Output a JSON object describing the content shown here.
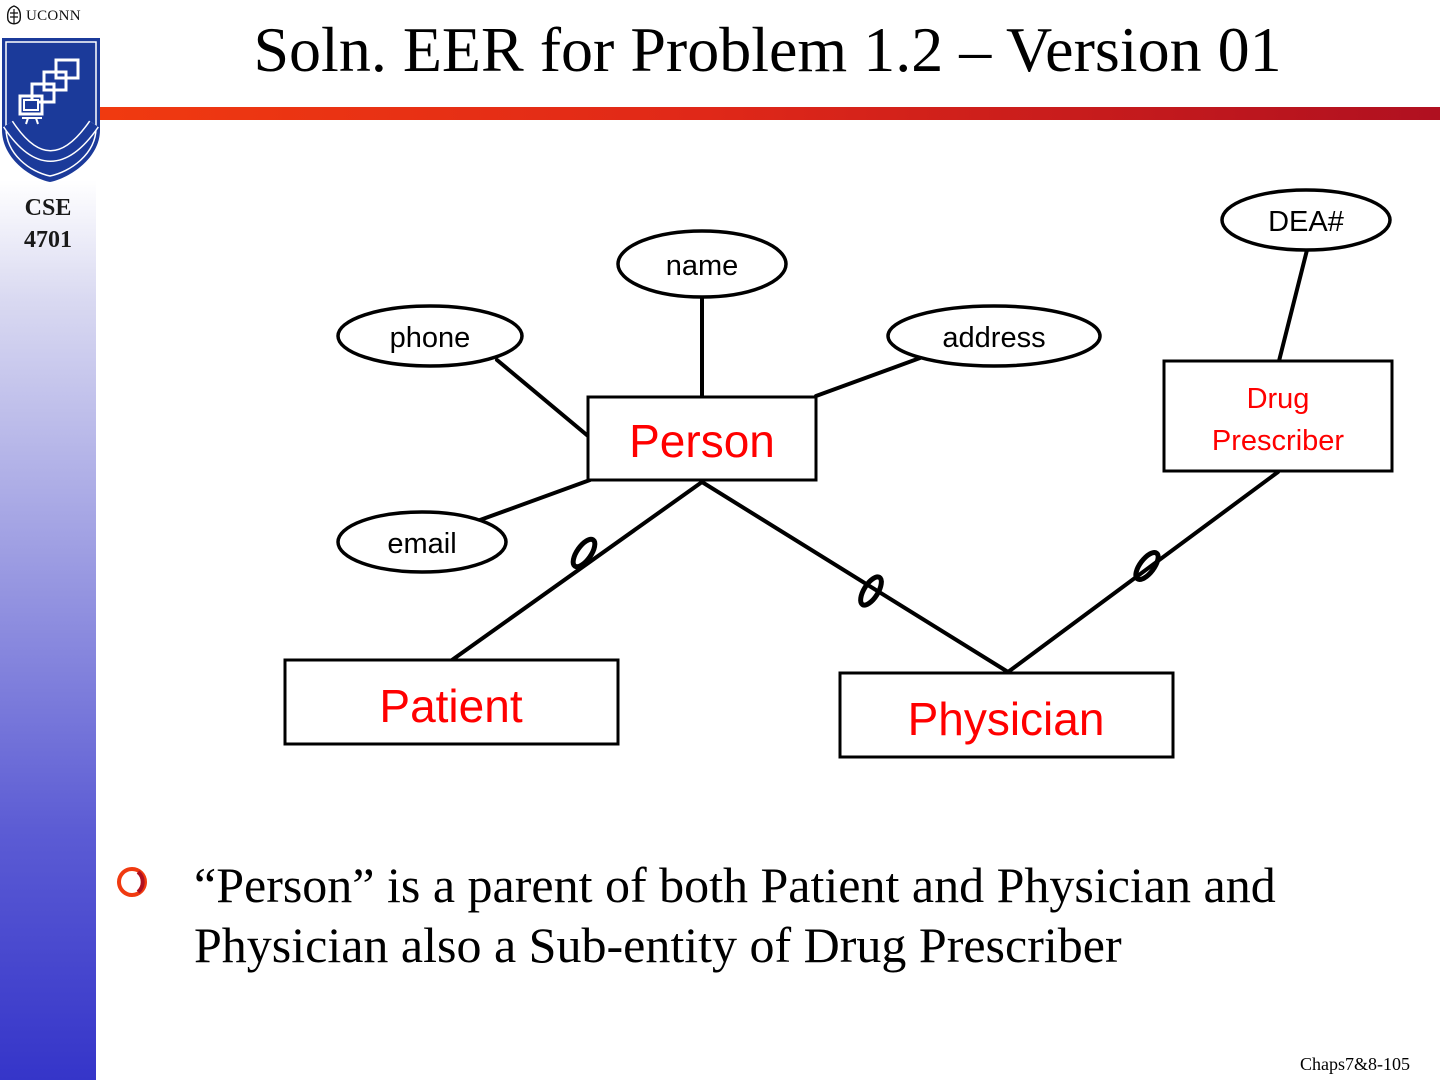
{
  "sidebar": {
    "wordmark": "UCONN",
    "course_line1": "CSE",
    "course_line2": "4701"
  },
  "slide": {
    "title": "Soln. EER for Problem 1.2 – Version 01",
    "bullet": "“Person” is a parent of both Patient and Physician and Physician also a Sub-entity of Drug Prescriber",
    "footer": "Chaps7&8-105"
  },
  "diagram": {
    "entities": {
      "person": "Person",
      "patient": "Patient",
      "physician": "Physician",
      "drug_prescriber_line1": "Drug",
      "drug_prescriber_line2": "Prescriber"
    },
    "attributes": {
      "name": "name",
      "phone": "phone",
      "address": "address",
      "email": "email",
      "dea": "DEA#"
    },
    "colors": {
      "entity_text": "#ff0000",
      "line": "#000000",
      "title_bar": "#e02818",
      "bullet": "#f03a10"
    }
  }
}
